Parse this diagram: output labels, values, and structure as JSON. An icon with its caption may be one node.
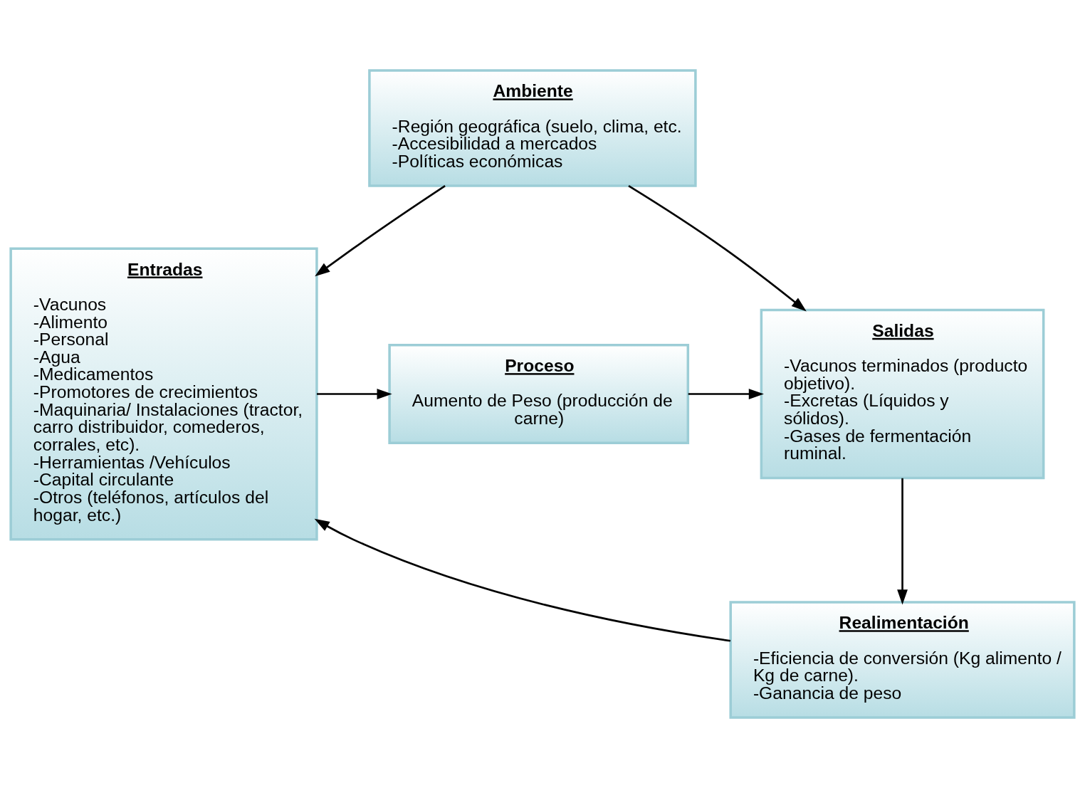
{
  "diagram": {
    "nodes": [
      {
        "text": [
          "Ambiente",
          "-Región geográfica (suelo, clima, etc.",
          "-Accesibilidad a mercados",
          "-Políticas económicas"
        ]
      },
      {
        "text": [
          "Entradas",
          "-Vacunos",
          "-Alimento",
          "-Personal",
          "-Agua",
          "-Medicamentos",
          "-Promotores de crecimientos",
          "-Maquinaria/ Instalaciones (tractor, carro distribuidor, comederos, corrales, etc).",
          "-Herramientas /Vehículos",
          "-Capital circulante",
          "-Otros (teléfonos, artículos del hogar, etc.)"
        ]
      },
      {
        "text": [
          "Proceso",
          "Aumento de Peso (producción de carne)"
        ]
      },
      {
        "text": [
          "Salidas",
          "-Vacunos terminados (producto objetivo).",
          "-Excretas (Líquidos y sólidos).",
          "-Gases de fermentación ruminal."
        ]
      },
      {
        "text": [
          "Realimentación",
          "-Eficiencia de conversión (Kg alimento / Kg de carne).",
          "-Ganancia de peso"
        ]
      }
    ],
    "edges": [
      {
        "from": 0,
        "to": 1,
        "arrow": "to"
      },
      {
        "from": 0,
        "to": 3,
        "arrow": "to"
      },
      {
        "from": 1,
        "to": 2,
        "arrow": "to"
      },
      {
        "from": 2,
        "to": 3,
        "arrow": "to"
      },
      {
        "from": 3,
        "to": 4,
        "arrow": "to"
      },
      {
        "from": 4,
        "to": 1,
        "arrow": "to"
      }
    ]
  }
}
